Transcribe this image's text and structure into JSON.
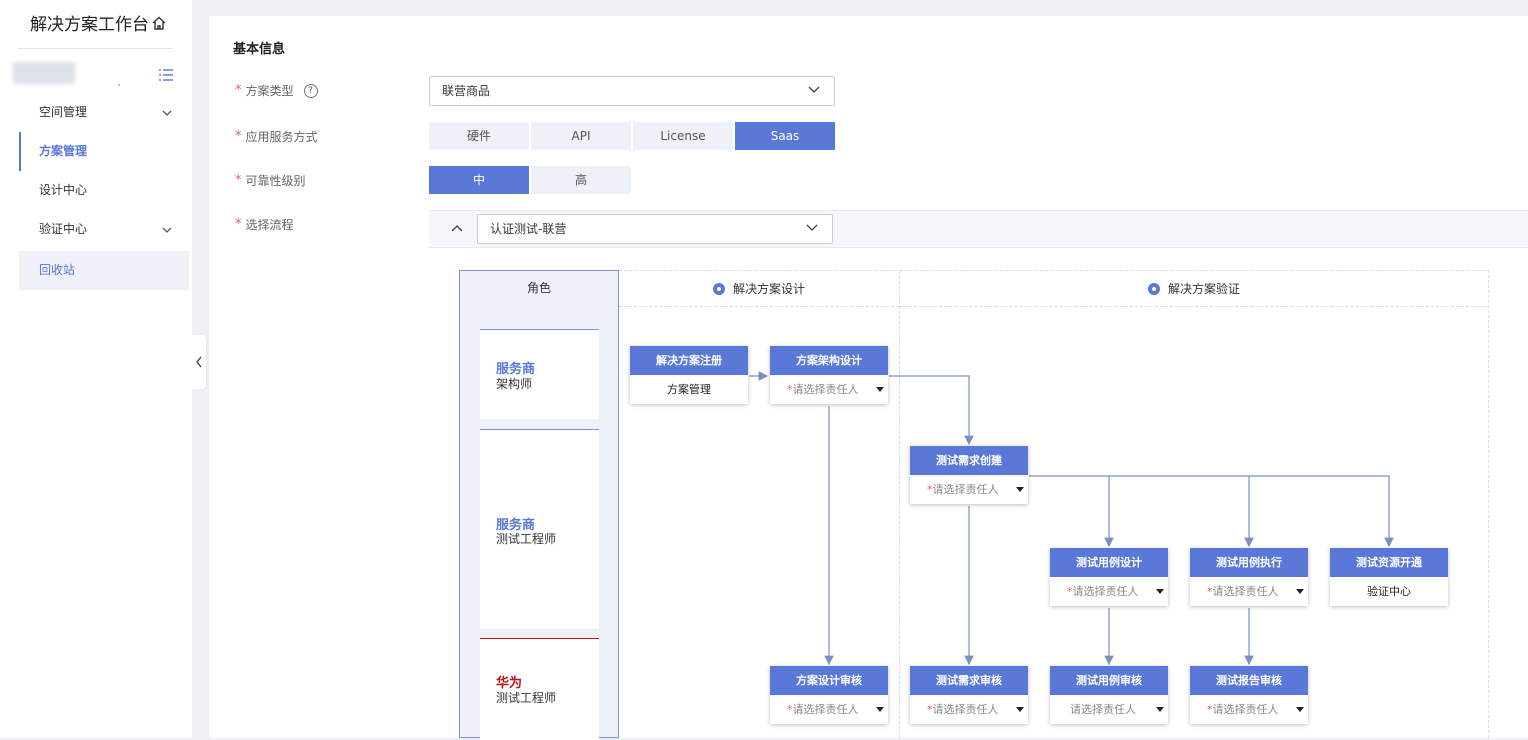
{
  "sidebar": {
    "title": "解决方案工作台",
    "items": [
      {
        "label": "空间管理",
        "expandable": true
      },
      {
        "label": "方案管理",
        "active": true
      },
      {
        "label": "设计中心"
      },
      {
        "label": "验证中心",
        "expandable": true
      },
      {
        "label": "回收站"
      }
    ]
  },
  "form": {
    "section_title": "基本信息",
    "required_mark": "*",
    "scheme_type": {
      "label": "方案类型",
      "help": "?",
      "value": "联营商品"
    },
    "service_mode": {
      "label": "应用服务方式",
      "options": [
        "硬件",
        "API",
        "License",
        "Saas"
      ],
      "selected": "Saas"
    },
    "reliability": {
      "label": "可靠性级别",
      "options": [
        "中",
        "高"
      ],
      "selected": "中"
    },
    "process": {
      "label": "选择流程",
      "value": "认证测试-联营"
    }
  },
  "diagram": {
    "role_header": "角色",
    "roles": [
      {
        "org": "服务商",
        "job": "架构师",
        "color": "#5a78d8"
      },
      {
        "org": "服务商",
        "job": "测试工程师",
        "color": "#5a78d8"
      },
      {
        "org": "华为",
        "job": "测试工程师",
        "color": "#c0121b"
      }
    ],
    "phases": [
      "解决方案设计",
      "解决方案验证"
    ],
    "placeholder": "请选择责任人",
    "nodes": {
      "register": {
        "title": "解决方案注册",
        "body": "方案管理"
      },
      "arch": {
        "title": "方案架构设计"
      },
      "req_create": {
        "title": "测试需求创建"
      },
      "case_design": {
        "title": "测试用例设计"
      },
      "case_exec": {
        "title": "测试用例执行"
      },
      "resource": {
        "title": "测试资源开通",
        "body": "验证中心"
      },
      "design_review": {
        "title": "方案设计审核"
      },
      "req_review": {
        "title": "测试需求审核"
      },
      "case_review": {
        "title": "测试用例审核"
      },
      "report_review": {
        "title": "测试报告审核"
      }
    }
  },
  "colors": {
    "accent": "#5a78d8",
    "required": "#e0645b",
    "huawei": "#c0121b"
  }
}
